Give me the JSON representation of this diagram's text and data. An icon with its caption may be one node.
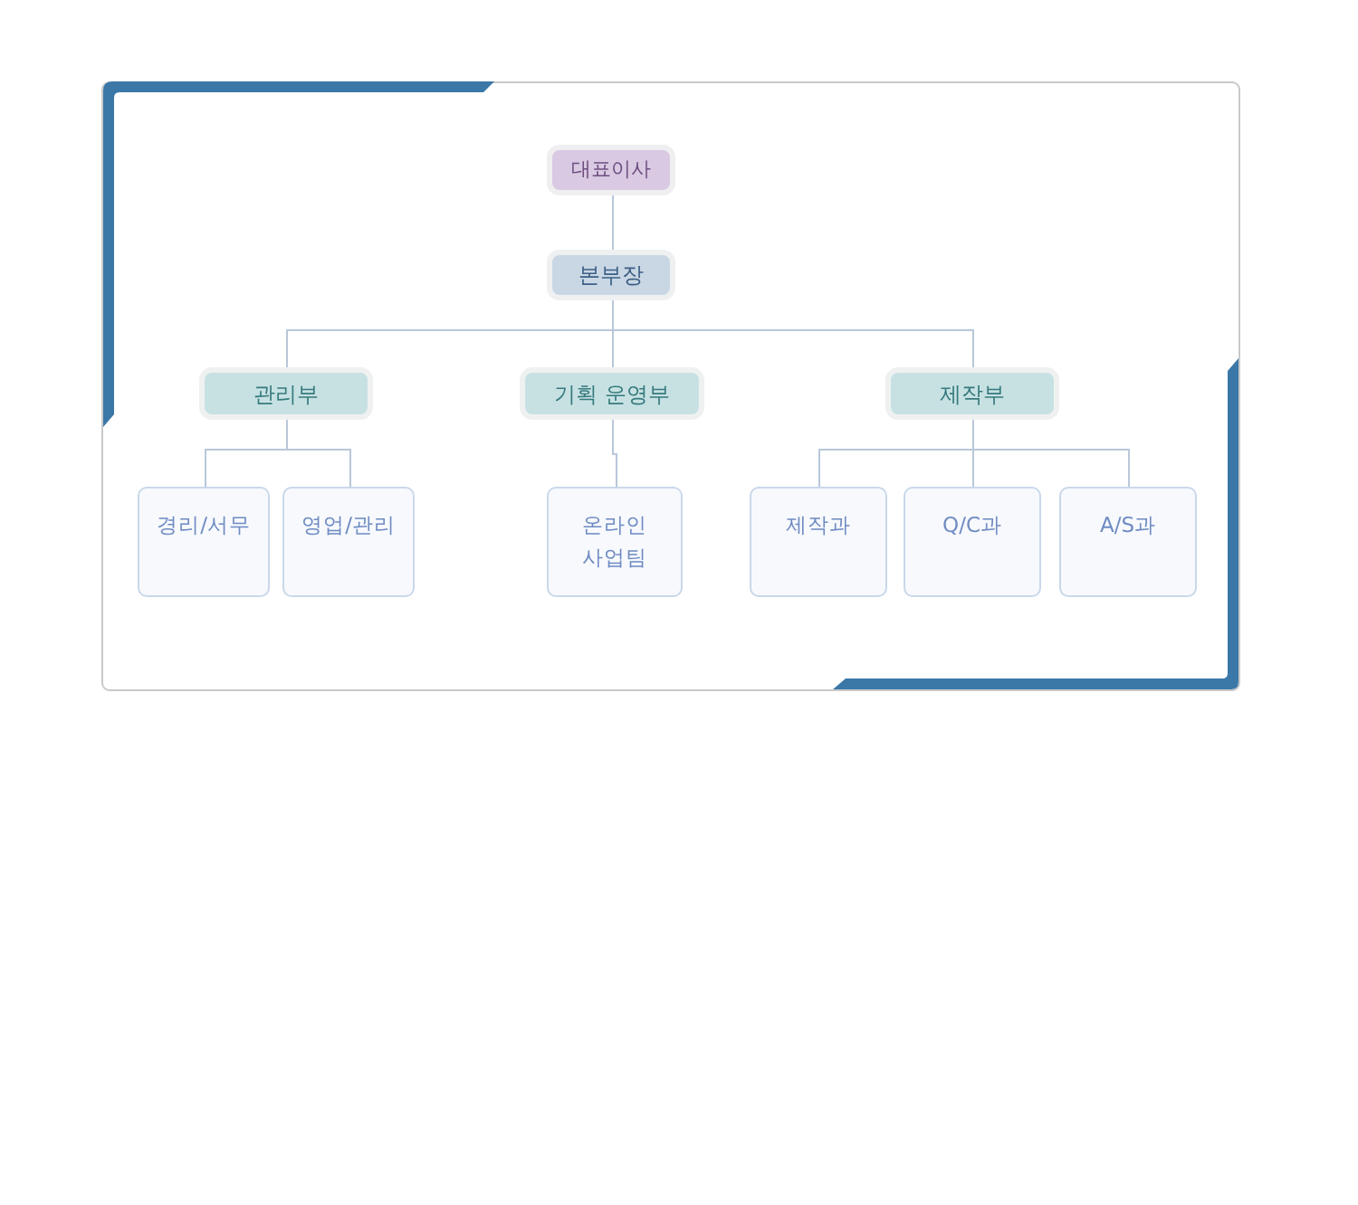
{
  "diagram": {
    "nodes": [
      {
        "text": [
          "대표이사"
        ]
      },
      {
        "text": [
          "본부장"
        ]
      },
      {
        "text": [
          "관리부"
        ]
      },
      {
        "text": [
          "기획 운영부"
        ]
      },
      {
        "text": [
          "제작부"
        ]
      },
      {
        "text": [
          "경리/서무"
        ]
      },
      {
        "text": [
          "영업/관리"
        ]
      },
      {
        "text": [
          "온라인 사업팀"
        ]
      },
      {
        "text": [
          "제작과"
        ]
      },
      {
        "text": [
          "Q/C과"
        ]
      },
      {
        "text": [
          "A/S과"
        ]
      }
    ],
    "edges": [
      {
        "from": 0,
        "to": 1,
        "arrow": "none"
      },
      {
        "from": 1,
        "to": 2,
        "arrow": "none"
      },
      {
        "from": 1,
        "to": 3,
        "arrow": "none"
      },
      {
        "from": 1,
        "to": 4,
        "arrow": "none"
      },
      {
        "from": 2,
        "to": 5,
        "arrow": "none"
      },
      {
        "from": 2,
        "to": 6,
        "arrow": "none"
      },
      {
        "from": 3,
        "to": 7,
        "arrow": "none"
      },
      {
        "from": 4,
        "to": 8,
        "arrow": "none"
      },
      {
        "from": 4,
        "to": 9,
        "arrow": "none"
      },
      {
        "from": 4,
        "to": 10,
        "arrow": "none"
      }
    ]
  }
}
